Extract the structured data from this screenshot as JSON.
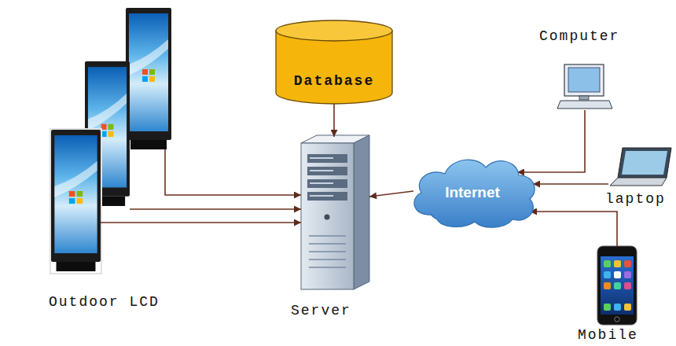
{
  "diagram": {
    "nodes": [
      {
        "text": [
          "Database"
        ]
      },
      {
        "text": [
          "Computer"
        ]
      },
      {
        "text": [
          "Outdoor LCD"
        ]
      },
      {
        "text": [
          "Server"
        ]
      },
      {
        "text": [
          "Internet"
        ]
      },
      {
        "text": [
          "laptop"
        ]
      },
      {
        "text": [
          "Mobile"
        ]
      }
    ],
    "edges": [
      {
        "from": 2,
        "to": 3,
        "arrow": "to"
      },
      {
        "from": 2,
        "to": 3,
        "arrow": "to"
      },
      {
        "from": 2,
        "to": 3,
        "arrow": "to"
      },
      {
        "from": 0,
        "to": 3,
        "arrow": "to"
      },
      {
        "from": 4,
        "to": 3,
        "arrow": "to"
      },
      {
        "from": 1,
        "to": 4,
        "arrow": "to"
      },
      {
        "from": 5,
        "to": 4,
        "arrow": "to"
      },
      {
        "from": 6,
        "to": 4,
        "arrow": "to"
      }
    ]
  }
}
